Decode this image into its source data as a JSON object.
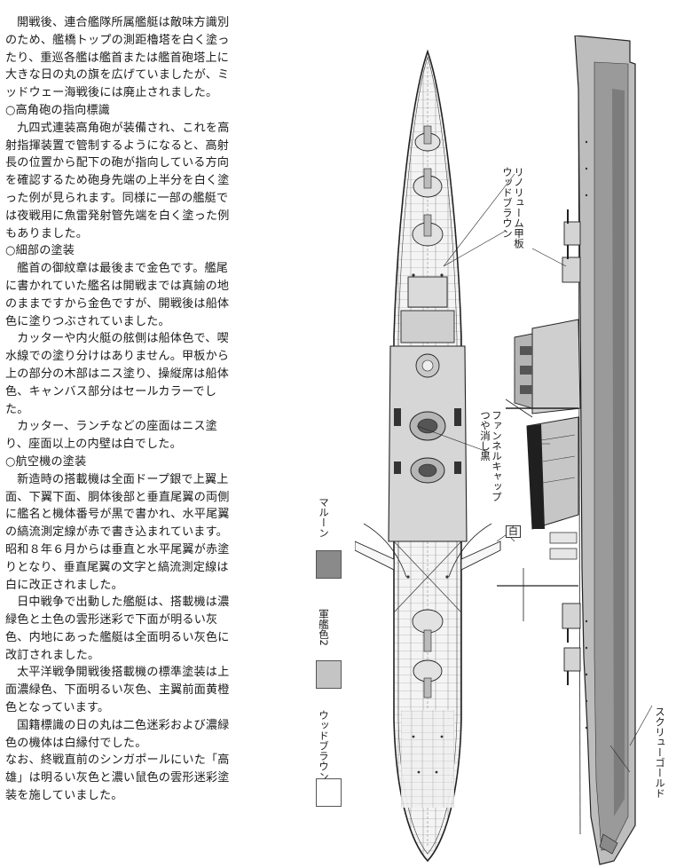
{
  "body_text": [
    {
      "kind": "para",
      "text": "開戦後、連合艦隊所属艦艇は敵味方識別のため、艦橋トップの測距櫓塔を白く塗ったり、重巡各艦は艦首または艦首砲塔上に大きな日の丸の旗を広げていましたが、ミッドウェー海戦後には廃止されました。"
    },
    {
      "kind": "heading",
      "text": "○高角砲の指向標識"
    },
    {
      "kind": "para",
      "text": "九四式連装高角砲が装備され、これを高射指揮装置で管制するようになると、高射長の位置から配下の砲が指向している方向を確認するため砲身先端の上半分を白く塗った例が見られます。同様に一部の艦艇では夜戦用に魚雷発射管先端を白く塗った例もありました。"
    },
    {
      "kind": "heading",
      "text": "○細部の塗装"
    },
    {
      "kind": "para",
      "text": "艦首の御紋章は最後まで金色です。艦尾に書かれていた艦名は開戦までは真鍮の地のままですから金色ですが、開戦後は船体色に塗りつぶされていました。"
    },
    {
      "kind": "para",
      "text": "カッターや内火艇の舷側は船体色で、喫水線での塗り分けはありません。甲板から上の部分の木部はニス塗り、操縦席は船体色、キャンバス部分はセールカラーでした。"
    },
    {
      "kind": "para",
      "text": "カッター、ランチなどの座面はニス塗り、座面以上の内壁は白でした。"
    },
    {
      "kind": "heading",
      "text": "○航空機の塗装"
    },
    {
      "kind": "para",
      "text": "新造時の搭載機は全面ドープ銀で上翼上面、下翼下面、胴体後部と垂直尾翼の両側に艦名と機体番号が黒で書かれ、水平尾翼の縞流測定線が赤で書き込まれています。昭和８年６月からは垂直と水平尾翼が赤塗りとなり、垂直尾翼の文字と縞流測定線は白に改正されました。"
    },
    {
      "kind": "para",
      "text": "日中戦争で出動した艦艇は、搭載機は濃緑色と土色の雲形迷彩で下面が明るい灰色、内地にあった艦艇は全面明るい灰色に改訂されました。"
    },
    {
      "kind": "para",
      "text": "太平洋戦争開戦後搭載機の標準塗装は上面濃緑色、下面明るい灰色、主翼前面黄橙色となっています。"
    },
    {
      "kind": "para",
      "text": "国籍標識の日の丸は二色迷彩および濃緑色の機体は白縁付でした。"
    },
    {
      "kind": "heading",
      "text": "なお、終戦直前のシンガポールにいた「高雄」は明るい灰色と濃い鼠色の雲形迷彩塗装を施していました。"
    }
  ],
  "callouts": {
    "linoleum": "リノリューム甲板\nウッドブラウン",
    "funnel_cap": "ファンネルキャップ\nつや消し黒",
    "white": "白",
    "screw": "スクリューゴールド"
  },
  "legend": [
    {
      "label": "マルーン",
      "color": "#8a8a8a"
    },
    {
      "label": "軍艦色2",
      "color": "#c4c4c4"
    },
    {
      "label": "ウッドブラウン",
      "color": "#ffffff"
    }
  ],
  "corner_mark": "///"
}
